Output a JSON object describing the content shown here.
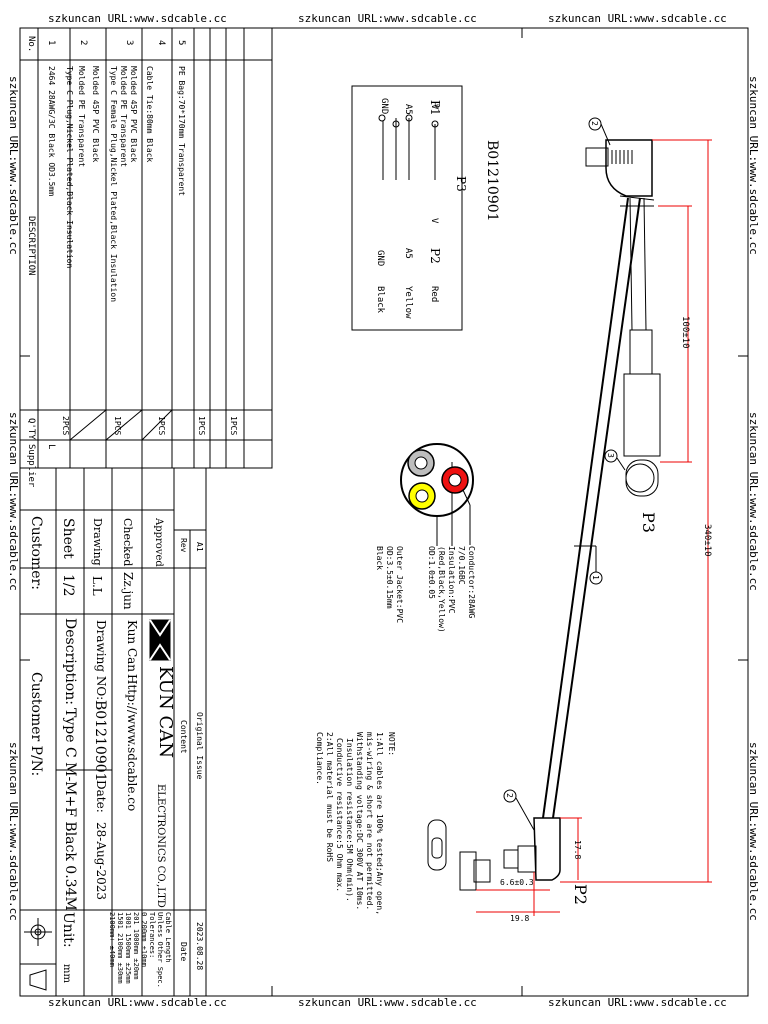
{
  "watermark": "szkuncan URL:www.sdcable.cc",
  "part_number": "B01210901",
  "pins": {
    "p1_label": "P1",
    "p3_label": "P3",
    "p2_label": "P2",
    "left": [
      "V",
      "A5",
      "GND"
    ],
    "right": [
      "V",
      "A5",
      "GND"
    ],
    "colors": [
      "Red",
      "Yellow",
      "Black"
    ]
  },
  "connectors": {
    "p3": "P3",
    "p2": "P2"
  },
  "callouts": [
    "1",
    "2",
    "3",
    "2"
  ],
  "dimensions": {
    "d100": "100±10",
    "d340": "340±10",
    "d17": "17.8",
    "d6": "6.6±0.3",
    "d19": "19.8"
  },
  "cable_spec": [
    "Conductor:28AWG",
    "7/0.16BC",
    "Insulation:PVC",
    "(Red,Black,Yellow)",
    "OD:1.0±0.05",
    "Outer Jacket:PVC",
    "OD:3.5±0.15mm",
    "Black"
  ],
  "notes": [
    "NOTE:",
    "1:All cables are 100% tested;Any open,",
    "mis-wiring & short are not permitted.",
    "Withstanding voltage:DC 300V AT 10ms.",
    "Insulation resistance:5M Ohm(min).",
    "Conductive resistance:5 Ohm max.",
    "2:All material must be RoHS",
    "Compliance."
  ],
  "bom": {
    "header_no": "No.",
    "header_desc": "DESCRIPTION",
    "header_qty": "Q'TY",
    "header_supplier": "Supplier",
    "header_l": "L",
    "rows": [
      {
        "no": "1",
        "desc": "2464 28AWG/3C Black OD3.5mm",
        "qty": "2PCS"
      },
      {
        "no": "2",
        "desc": "Type C Plug,Nickel Plated,Black Insulation",
        "qty": ""
      },
      {
        "no": "",
        "desc": "Molded PE Transparent",
        "qty": ""
      },
      {
        "no": "",
        "desc": "Molded 45P PVC Black",
        "qty": "1PCS"
      },
      {
        "no": "3",
        "desc": "Type C Female Plug,Nickel Plated,Black Insulation",
        "qty": ""
      },
      {
        "no": "",
        "desc": "Molded PE Transparent",
        "qty": ""
      },
      {
        "no": "",
        "desc": "Molded 45P PVC Black",
        "qty": "1PCS"
      },
      {
        "no": "4",
        "desc": "Cable Tie:80mm Black",
        "qty": ""
      },
      {
        "no": "5",
        "desc": "PE Bag:70*170mm Transparent",
        "qty": "1PCS"
      },
      {
        "no": "",
        "desc": "",
        "qty": "1PCS"
      }
    ]
  },
  "revision": {
    "rev": "Rev",
    "rev_val": "A1",
    "content": "Content",
    "content_val": "Original Issue",
    "date": "Date",
    "date_val": "2023.08.28"
  },
  "title_block": {
    "approved": "Approved",
    "checked": "Checked",
    "checked_by": "Zz.jun",
    "drawing": "Drawing",
    "drawn_by": "L.L",
    "sheet": "Sheet",
    "sheet_val": "1/2",
    "customer": "Customer:",
    "customer_pn": "Customer P/N:",
    "company": "KUN CAN",
    "company_full": "ELECTRONICS CO.,LTD",
    "company_line": "Kun Can",
    "company_url": "Http://www.sdcable.co",
    "drawing_no_label": "Drawing NO:",
    "drawing_no": "B01210901",
    "date_label": "Date:",
    "date_val": "28-Aug-2023",
    "description_label": "Description:",
    "description": "Type C M-M+F Black 0.34M",
    "unit_label": "Unit:",
    "unit_val": "mm"
  },
  "tolerance": [
    "Cable Length",
    "Unless Other Spec.",
    "Tolerances:",
    "0   200mm     ±10mm",
    "201 1000mm   ±20mm",
    "1001 1500mm  ±25mm",
    "1501 2100mm  ±30mm",
    "2100mm+     ±40mm"
  ]
}
